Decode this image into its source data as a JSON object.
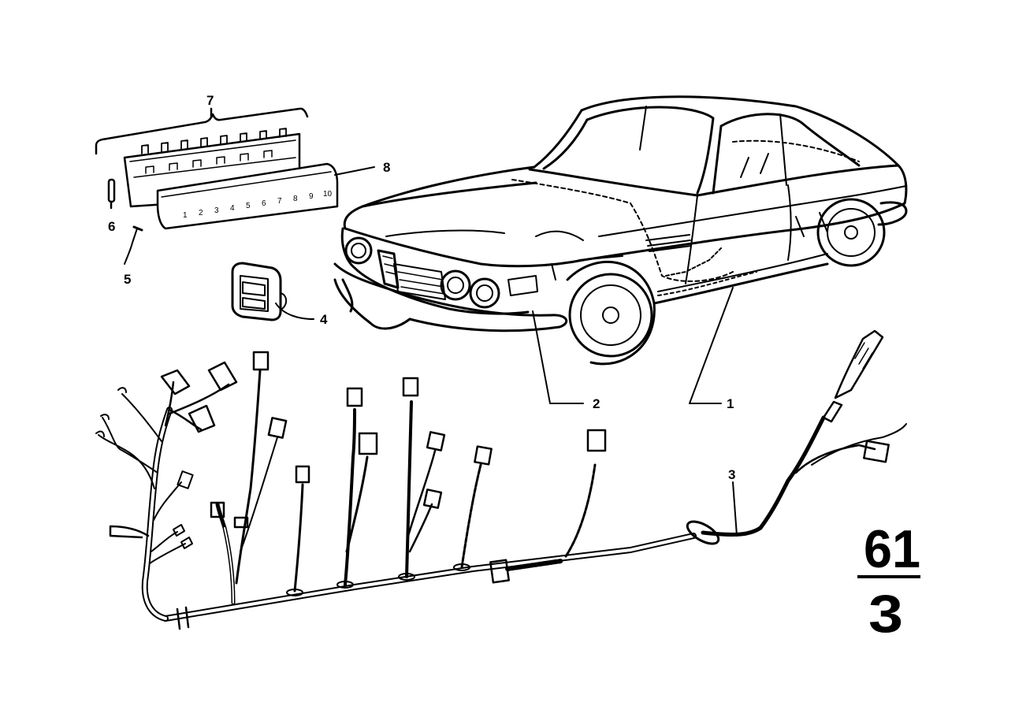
{
  "callouts": {
    "c1": "1",
    "c2": "2",
    "c3": "3",
    "c4": "4",
    "c5": "5",
    "c6": "6",
    "c7": "7",
    "c8": "8"
  },
  "group": {
    "main": "61",
    "sub": "3"
  },
  "panel_digits": [
    "1",
    "2",
    "3",
    "4",
    "5",
    "6",
    "7",
    "8",
    "9",
    "10"
  ],
  "colors": {
    "ink": "#000000",
    "paper": "#ffffff"
  }
}
